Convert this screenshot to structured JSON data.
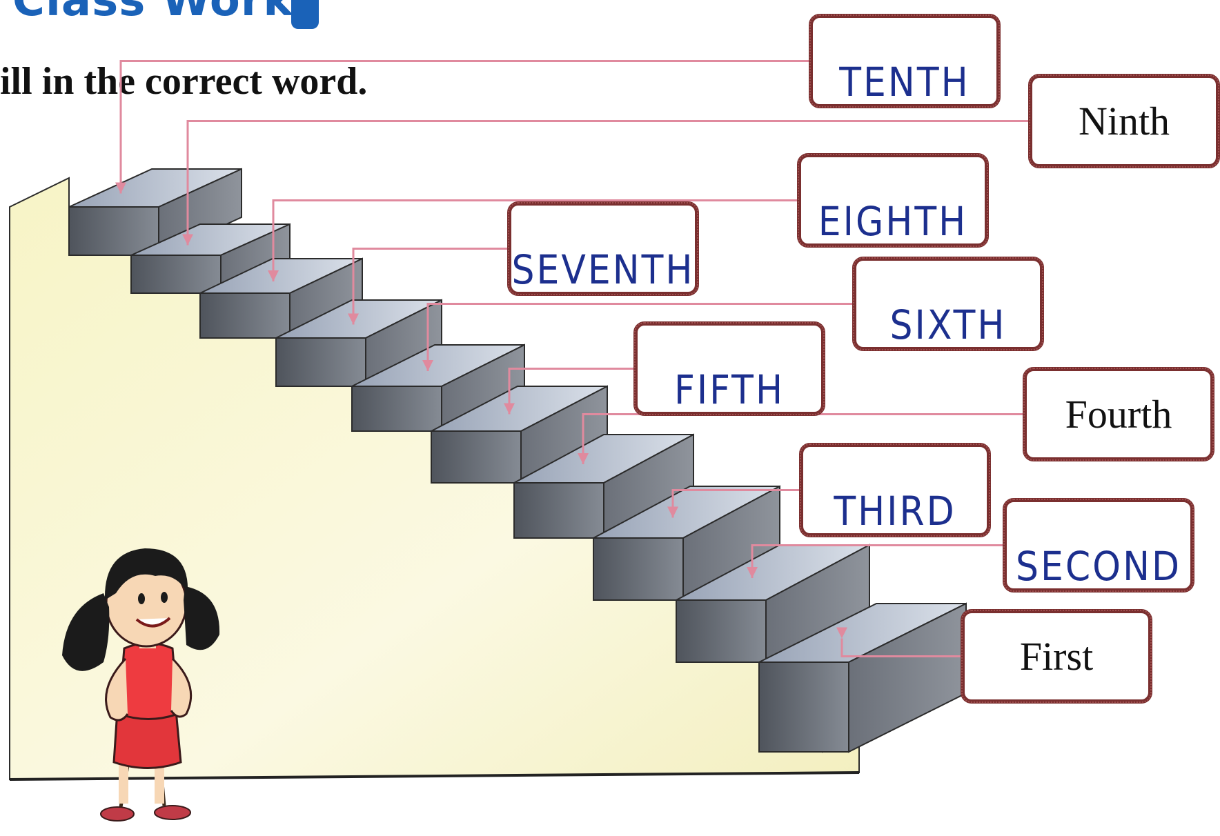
{
  "header": {
    "title": "Class Work"
  },
  "instruction": "ill in the correct word.",
  "steps": [
    {
      "label": "First",
      "kind": "printed"
    },
    {
      "label": "SECOND",
      "kind": "handwritten"
    },
    {
      "label": "THIRD",
      "kind": "handwritten"
    },
    {
      "label": "Fourth",
      "kind": "printed"
    },
    {
      "label": "FIFTH",
      "kind": "handwritten"
    },
    {
      "label": "SIXTH",
      "kind": "handwritten"
    },
    {
      "label": "SEVENTH",
      "kind": "handwritten"
    },
    {
      "label": "EIGHTH",
      "kind": "handwritten"
    },
    {
      "label": "Ninth",
      "kind": "printed"
    },
    {
      "label": "TENTH",
      "kind": "handwritten"
    }
  ],
  "colors": {
    "header": "#1a62b8",
    "box_border": "#7a2f2f",
    "connector": "#e08a9e",
    "handwriting": "#1c2f8e",
    "wall": "#f6f3c8",
    "step_top": "#b9c3d4",
    "step_riser": "#5e636c"
  },
  "illustration": "girl-with-pigtails"
}
